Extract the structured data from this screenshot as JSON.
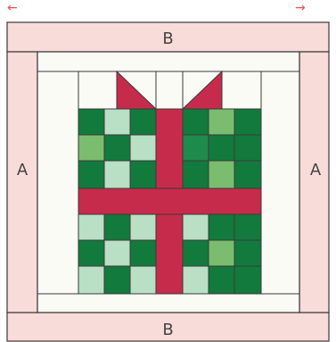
{
  "arrows": {
    "left": "←",
    "right": "→",
    "color": "#e4504f"
  },
  "labels": {
    "top": "B",
    "bottom": "B",
    "left": "A",
    "right": "A"
  },
  "colors": {
    "outline": "#3a3a3a",
    "border_pink": "#f8dcd9",
    "background_white": "#fbfbf6",
    "ribbon_red": "#c72b4b",
    "dark_green": "#127a3c",
    "mid_green": "#1e8a4c",
    "light_green": "#7bbd6e",
    "pale_green": "#b9dfc4",
    "label_text": "#444444"
  },
  "checker": [
    [
      "D",
      "P",
      "D",
      "D",
      "L"
    ],
    [
      "L",
      "D",
      "P",
      "M",
      "D"
    ],
    [
      "D",
      "P",
      "D",
      "D",
      "L"
    ],
    [
      "P",
      "D",
      "P",
      "P",
      "D"
    ],
    [
      "D",
      "P",
      "D",
      "D",
      "L"
    ],
    [
      "P",
      "D",
      "P",
      "P",
      "D"
    ]
  ]
}
